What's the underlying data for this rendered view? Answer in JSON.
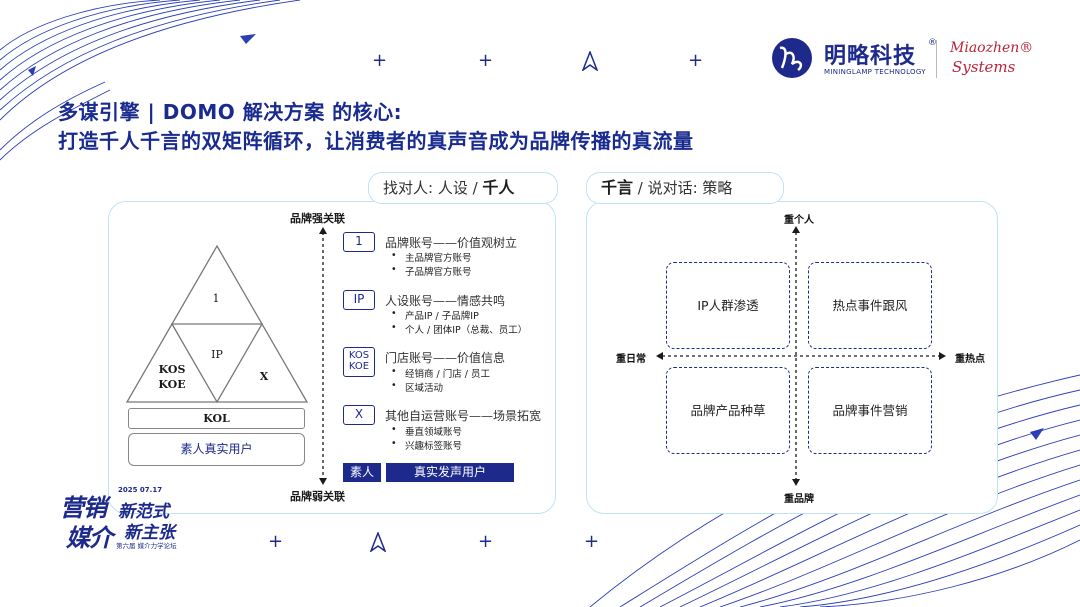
{
  "title": {
    "line1": "多谋引擎 | DOMO 解决方案 的核心:",
    "line2": "打造千人千言的双矩阵循环，让消费者的真声音成为品牌传播的真流量"
  },
  "logo": {
    "cn": "明略科技",
    "reg": "®",
    "en": "MININGLAMP TECHNOLOGY",
    "partner_line1": "Miaozhen®",
    "partner_line2": "Systems"
  },
  "left_panel": {
    "tab_prefix": "找对人: 人设 / ",
    "tab_emph": "千人",
    "axis_top": "品牌强关联",
    "axis_bottom": "品牌弱关联",
    "triangle": {
      "top": "1",
      "middle": "IP",
      "left_line1": "KOS",
      "left_line2": "KOE",
      "right": "X"
    },
    "kol": "KOL",
    "real_users": "素人真实用户",
    "accounts": [
      {
        "code": "1",
        "title": "品牌账号——价值观树立",
        "bullets": [
          "主品牌官方账号",
          "子品牌官方账号"
        ]
      },
      {
        "code": "IP",
        "title": "人设账号——情感共鸣",
        "bullets": [
          "产品IP / 子品牌IP",
          "个人 / 团体IP（总裁、员工）"
        ]
      },
      {
        "code_line1": "KOS",
        "code_line2": "KOE",
        "title": "门店账号——价值信息",
        "bullets": [
          "经销商 / 门店 / 员工",
          "区域活动"
        ]
      },
      {
        "code": "X",
        "title": "其他自运营账号——场景拓宽",
        "bullets": [
          "垂直领域账号",
          "兴趣标签账号"
        ]
      }
    ],
    "tag_left": "素人",
    "tag_right": "真实发声用户"
  },
  "right_panel": {
    "tab_emph": "千言",
    "tab_suffix": " / 说对话: 策略",
    "axis_top": "重个人",
    "axis_bottom": "重品牌",
    "axis_left": "重日常",
    "axis_right": "重热点",
    "quadrants": [
      "IP人群渗透",
      "热点事件跟风",
      "品牌产品种草",
      "品牌事件营销"
    ]
  },
  "forum": {
    "line1": "营销",
    "line2": "媒介",
    "slogan1": "新范式",
    "slogan2": "新主张",
    "date": "2025 07.17",
    "sub": "第六届 媒介力学论坛"
  },
  "colors": {
    "primary": "#1d2a8c",
    "panel_border": "#bfe3f3",
    "partner": "#b8243a"
  }
}
